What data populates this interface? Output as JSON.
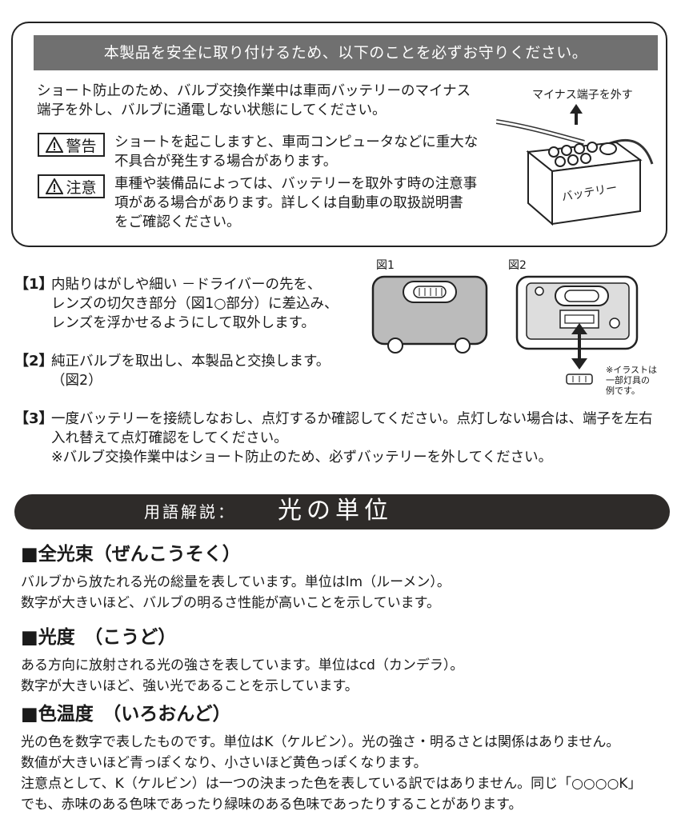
{
  "safety": {
    "header": "本製品を安全に取り付けるため、以下のことを必ずお守りください。",
    "intro": "ショート防止のため、バルブ交換作業中は車両バッテリーのマイナス\n端子を外し、バルブに通電しない状態にしてください。",
    "warning_label": "警告",
    "warning_text": "ショートを起こしますと、車両コンピュータなどに重大な\n不具合が発生する場合があります。",
    "caution_label": "注意",
    "caution_text": "車種や装備品によっては、バッテリーを取外す時の注意事\n項がある場合があります。詳しくは自動車の取扱説明書\nをご確認ください。",
    "battery_caption": "マイナス端子を外す",
    "battery_label": "バッテリー"
  },
  "figures": {
    "fig1_label": "図1",
    "fig2_label": "図2",
    "note": "※イラストは\n一部灯具の\n例です。"
  },
  "steps": [
    {
      "num": "【1】",
      "text": "内貼りはがしや細い －ドライバーの先を、\nレンズの切欠き部分（図1○部分）に差込み、\nレンズを浮かせるようにして取外します。"
    },
    {
      "num": "【2】",
      "text": "純正バルブを取出し、本製品と交換します。\n（図2）"
    },
    {
      "num": "【3】",
      "text": "一度バッテリーを接続しなおし、点灯するか確認してください。点灯しない場合は、端子を左右\n入れ替えて点灯確認をしてください。\n※バルブ交換作業中はショート防止のため、必ずバッテリーを外してください。"
    }
  ],
  "terms": {
    "label": "用語解説：",
    "title": "光の単位",
    "sections": [
      {
        "heading": "■全光束（ぜんこうそく）",
        "body": "バルブから放たれる光の総量を表しています。単位はlm（ルーメン）。\n数字が大きいほど、バルブの明るさ性能が高いことを示しています。"
      },
      {
        "heading": "■光度　（こうど）",
        "body": "ある方向に放射される光の強さを表しています。単位はcd（カンデラ）。\n数字が大きいほど、強い光であることを示しています。"
      },
      {
        "heading": "■色温度　（いろおんど）",
        "body": "光の色を数字で表したものです。単位はK（ケルビン）。光の強さ・明るさとは関係はありません。\n数値が大きいほど青っぽくなり、小さいほど黄色っぽくなります。\n注意点として、K（ケルビン）は一つの決まった色を表している訳ではありません。同じ「○○○○K」\nでも、赤味のある色味であったり緑味のある色味であったりすることがあります。"
      }
    ]
  }
}
